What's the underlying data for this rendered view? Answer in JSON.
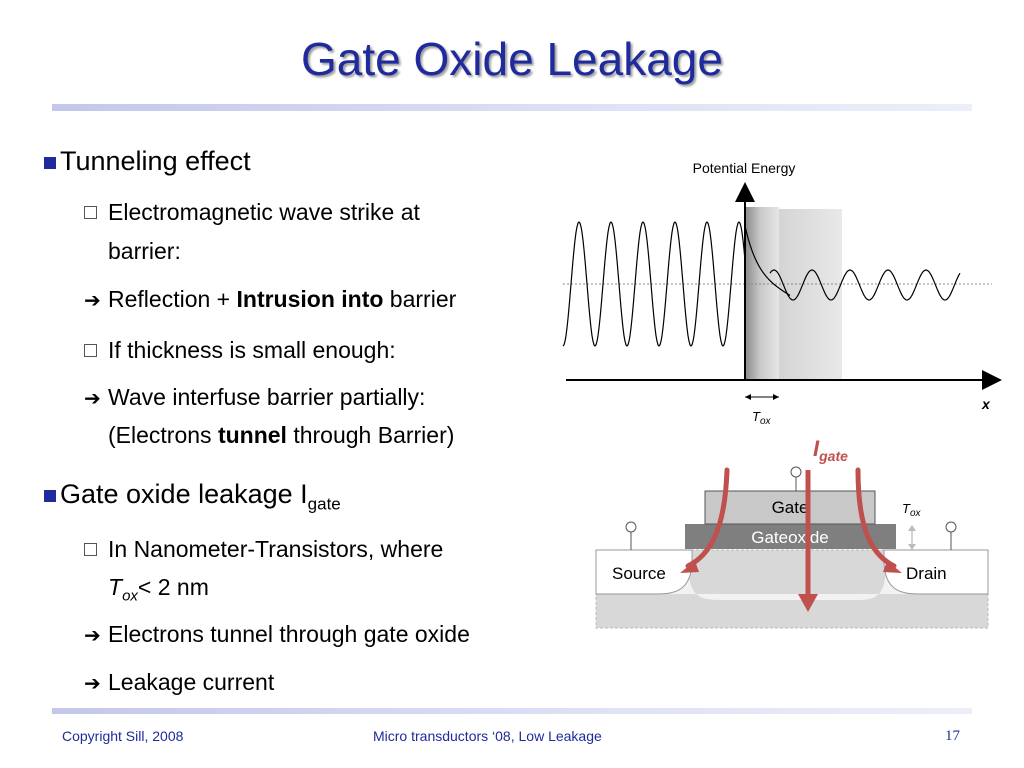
{
  "slide": {
    "title": "Gate Oxide Leakage",
    "bullets": [
      {
        "text": "Tunneling effect"
      },
      {
        "text": "Gate oxide leakage I",
        "sub": "gate"
      }
    ],
    "sub1": "Electromagnetic wave strike at",
    "sub1b": "barrier:",
    "arrow1_pre": "Reflection + ",
    "arrow1_bold": "Intrusion into",
    "arrow1_post": " barrier",
    "sub2": "If thickness is small enough:",
    "arrow2a": "Wave interfuse barrier partially:",
    "arrow2b_pre": "(Electrons ",
    "arrow2b_bold": "tunnel",
    "arrow2b_post": " through Barrier)",
    "sub3": "In Nanometer-Transistors, where",
    "sub3b_T": "T",
    "sub3b_sub": "ox",
    "sub3b_post": "< 2 nm",
    "arrow3": "Electrons tunnel through gate oxide",
    "arrow4": "Leakage current"
  },
  "figure": {
    "potential_label": "Potential Energy",
    "x_label": "x",
    "tox_T": "T",
    "tox_sub": "ox",
    "igate_I": "I",
    "igate_sub": "gate",
    "gate": "Gate",
    "gateoxide": "Gateoxide",
    "source": "Source",
    "drain": "Drain",
    "accent": "#c0504d"
  },
  "footer": {
    "left": "Copyright Sill, 2008",
    "center": "Micro transductors ‘08, Low Leakage",
    "page": "17"
  }
}
